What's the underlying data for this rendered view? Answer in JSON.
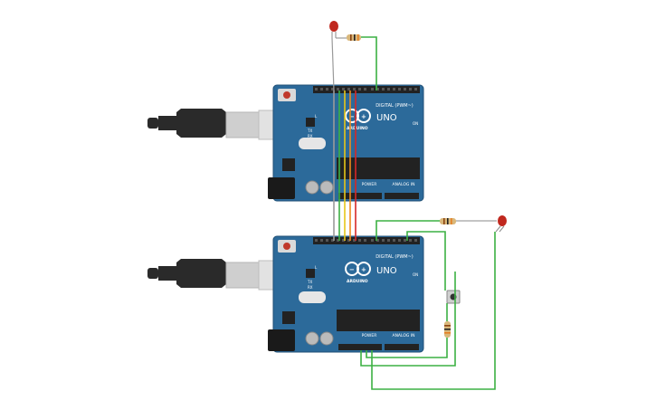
{
  "boards": [
    {
      "uno_label": "UNO",
      "brand_label": "ARDUINO",
      "digital_label": "DIGITAL (PWM~)",
      "power_label": "POWER",
      "analog_label": "ANALOG IN",
      "tx_label": "TX",
      "rx_label": "RX",
      "on_label": "ON",
      "l_label": "L"
    },
    {
      "uno_label": "UNO",
      "brand_label": "ARDUINO",
      "digital_label": "DIGITAL (PWM~)",
      "power_label": "POWER",
      "analog_label": "ANALOG IN",
      "tx_label": "TX",
      "rx_label": "RX",
      "on_label": "ON",
      "l_label": "L"
    }
  ],
  "colors": {
    "board": "#2c6a9a",
    "board_edge": "#1f4f75",
    "header": "#222222",
    "wire_green": "#3cb043",
    "wire_yellow": "#e6c619",
    "wire_orange": "#f08a1c",
    "wire_red": "#d62828",
    "wire_gray": "#9a9a9a",
    "led_red": "#c0281e",
    "resistor_body": "#d9b77a",
    "usb_plug": "#2a2a2a",
    "usb_metal": "#cfcfcf"
  }
}
